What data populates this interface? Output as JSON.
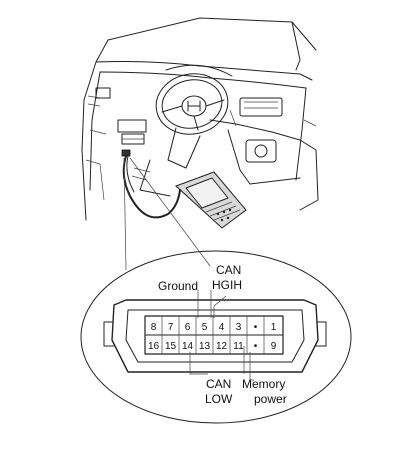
{
  "labels": {
    "ground": "Ground",
    "can_high_line1": "CAN",
    "can_high_line2": "HGIH",
    "can_low_line1": "CAN",
    "can_low_line2": "LOW",
    "memory_power_line1": "Memory",
    "memory_power_line2": "power"
  },
  "connector": {
    "top_row": [
      "8",
      "7",
      "6",
      "5",
      "4",
      "3",
      "•",
      "1"
    ],
    "bottom_row": [
      "16",
      "15",
      "14",
      "13",
      "12",
      "11",
      "•",
      "9"
    ]
  }
}
